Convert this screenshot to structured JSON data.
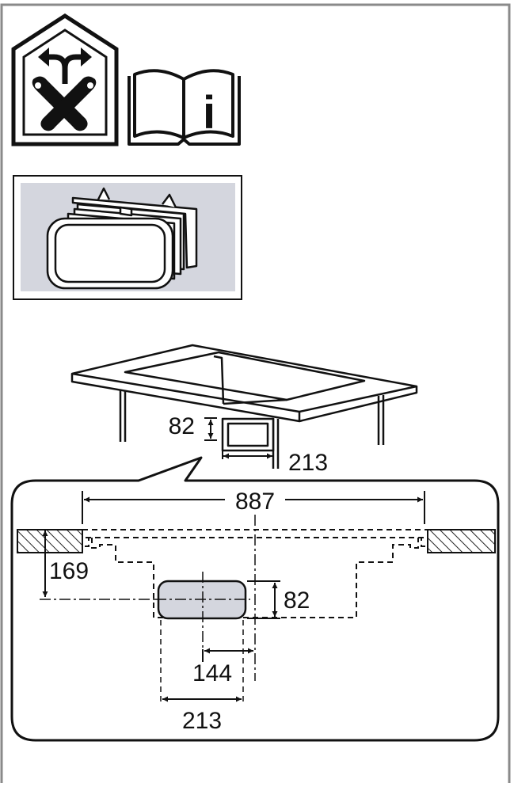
{
  "colors": {
    "frame": "#8a8a8a",
    "panel_fill": "#d4d6de",
    "duct_fill": "#d4d6de",
    "hatch": "#222222",
    "ink": "#111111"
  },
  "icons": {
    "no_diy_icon": "house-no-diy-icon",
    "manual_icon": "read-manual-icon",
    "duct_icon": "duct-adapter-icon"
  },
  "dimensions": {
    "opening_height": "82",
    "opening_width": "213",
    "worktop_width": "887",
    "depth_offset": "169",
    "duct_height": "82",
    "center_offset": "144",
    "duct_width": "213"
  }
}
